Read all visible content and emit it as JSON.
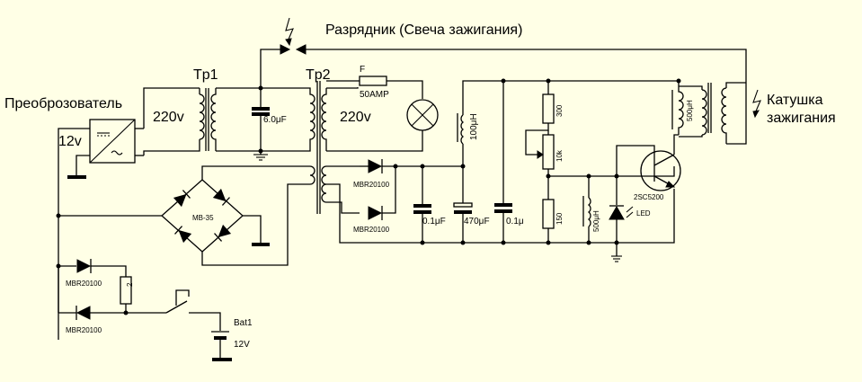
{
  "labels": {
    "spark_gap": "Разрядник (Свеча зажигания)",
    "converter": "Преоброзователь",
    "v12_in": "12v",
    "tr1": "Tp1",
    "tr2": "Tp2",
    "v220_a": "220v",
    "v220_b": "220v",
    "ignition_coil_1": "Катушка",
    "ignition_coil_2": "зажигания",
    "fuse_letter": "F",
    "fuse_rating": "50AMP",
    "cap_6u": "6.0μF",
    "ind_100u": "100μH",
    "ind_500u_top": "500μH",
    "ind_500u_low": "500μH",
    "res_300": "300",
    "res_10k": "10k",
    "res_150": "150",
    "res_2": "2",
    "transistor": "2SC5200",
    "led": "LED",
    "bridge": "MB-35",
    "diode_a": "MBR20100",
    "diode_b": "MBR20100",
    "diode_c": "MBR20100",
    "diode_d": "MBR20100",
    "cap_01a": "0.1μF",
    "cap_470": "470μF",
    "cap_01b": "0.1μ",
    "battery": "Bat1",
    "battery_v": "12V"
  }
}
